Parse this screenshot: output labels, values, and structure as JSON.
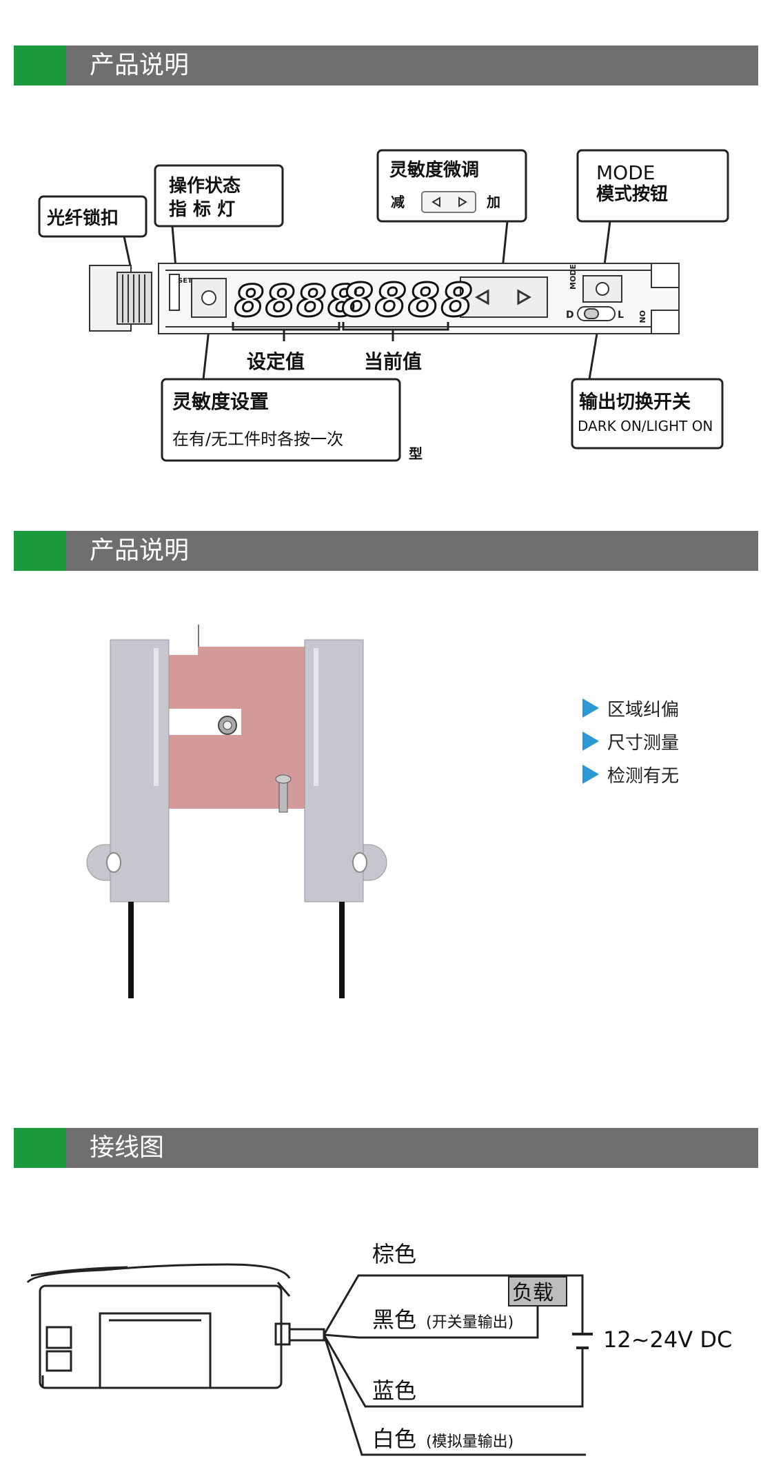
{
  "sections": [
    {
      "title": "产品说明"
    },
    {
      "title": "产品说明"
    },
    {
      "title": "接线图"
    }
  ],
  "panel": {
    "callout_fiber_lock": "光纤锁扣",
    "callout_status_line1": "操作状态",
    "callout_status_line2": "指  标  灯",
    "callout_fine_tune_title": "灵敏度微调",
    "callout_fine_tune_minus": "减",
    "callout_fine_tune_plus": "加",
    "callout_mode_line1": "MODE",
    "callout_mode_line2": "模式按钮",
    "device_set_label": "SET",
    "device_mode_label": "MODE",
    "device_d_label": "D",
    "device_l_label": "L",
    "device_on_label": "ON",
    "display_setpoint": "8888",
    "display_current": "8888",
    "label_setpoint": "设定值",
    "label_current": "当前值",
    "callout_sensitivity_title": "灵敏度设置",
    "callout_sensitivity_desc": "在有/无工件时各按一次",
    "model_suffix": "型",
    "callout_output_title": "输出切换开关",
    "callout_output_desc": "DARK ON/LIGHT ON"
  },
  "features": [
    "区域纠偏",
    "尺寸测量",
    "检测有无"
  ],
  "wiring": {
    "brown": "棕色",
    "black": "黑色",
    "black_note": "(开关量输出)",
    "load": "负载",
    "voltage": "12~24V DC",
    "blue": "蓝色",
    "white": "白色",
    "white_note": "(模拟量输出)"
  },
  "colors": {
    "header_gray": "#6f6f6f",
    "header_green": "#1a9a3c",
    "arrow_blue": "#2a9ad6",
    "beam_pink": "#d49a9a",
    "sensor_gray": "#c6c6ce"
  }
}
